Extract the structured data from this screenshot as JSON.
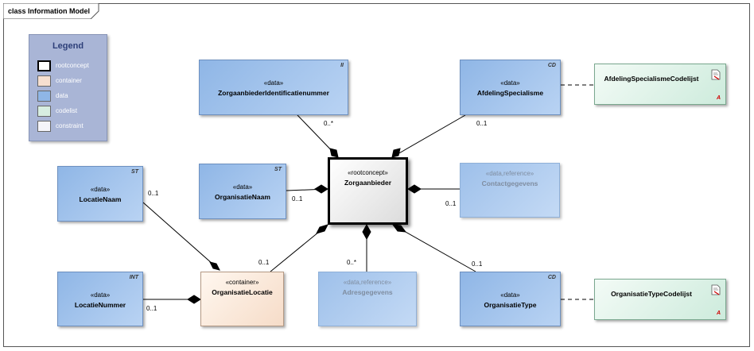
{
  "frame": {
    "title": "class Information Model"
  },
  "legend": {
    "title": "Legend",
    "items": [
      {
        "label": "rootconcept",
        "color": "#ffffff",
        "border": "#000000"
      },
      {
        "label": "container",
        "color": "#f6dfd0",
        "border": "#777777"
      },
      {
        "label": "data",
        "color": "#8fb6e6",
        "border": "#777777"
      },
      {
        "label": "codelist",
        "color": "#d7eee1",
        "border": "#777777"
      },
      {
        "label": "constraint",
        "color": "#f4f4fa",
        "border": "#777777"
      }
    ]
  },
  "nodes": {
    "zorgaanbieder": {
      "stereotype": "«rootconcept»",
      "name": "Zorgaanbieder"
    },
    "identificatienummer": {
      "stereotype": "«data»",
      "name": "ZorgaanbiederIdentificatienummer",
      "type": "II"
    },
    "afdelingspecialisme": {
      "stereotype": "«data»",
      "name": "AfdelingSpecialisme",
      "type": "CD"
    },
    "afdelingcodelijst": {
      "name": "AfdelingSpecialismeCodelijst",
      "badge": "A"
    },
    "organisatienaam": {
      "stereotype": "«data»",
      "name": "OrganisatieNaam",
      "type": "ST"
    },
    "contactgegevens": {
      "stereotype": "«data,reference»",
      "name": "Contactgegevens"
    },
    "locatienaam": {
      "stereotype": "«data»",
      "name": "LocatieNaam",
      "type": "ST"
    },
    "organisatielocatie": {
      "stereotype": "«container»",
      "name": "OrganisatieLocatie"
    },
    "locatienummer": {
      "stereotype": "«data»",
      "name": "LocatieNummer",
      "type": "INT"
    },
    "adresgegevens": {
      "stereotype": "«data,reference»",
      "name": "Adresgegevens"
    },
    "organisatietype": {
      "stereotype": "«data»",
      "name": "OrganisatieType",
      "type": "CD"
    },
    "organisatietypecodelijst": {
      "name": "OrganisatieTypeCodelijst",
      "badge": "A"
    }
  },
  "multiplicities": {
    "identificatienummer": "0..*",
    "afdelingspecialisme": "0..1",
    "organisatienaam": "0..1",
    "contactgegevens": "0..1",
    "locatienaam": "0..1",
    "organisatielocatie": "0..1",
    "locatienummer": "0..1",
    "adresgegevens": "0..*",
    "organisatietype": "0..1"
  }
}
